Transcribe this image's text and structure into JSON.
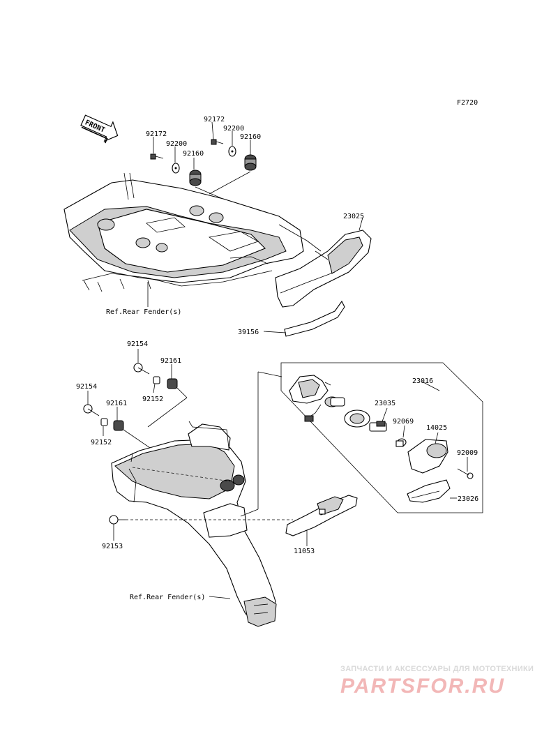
{
  "diagram": {
    "code": "F2720",
    "front_label": "FRONT",
    "ref_labels": [
      "Ref.Rear Fender(s)",
      "Ref.Rear Fender(s)"
    ],
    "parts": [
      "92172",
      "92200",
      "92160",
      "92172",
      "92200",
      "92160",
      "23025",
      "39156",
      "92154",
      "92161",
      "92152",
      "92154",
      "92161",
      "92152",
      "92153",
      "23016",
      "23035",
      "92069",
      "14025",
      "92009",
      "23026",
      "11053"
    ]
  },
  "watermark": {
    "tagline": "ЗАПЧАСТИ И АКСЕССУАРЫ ДЛЯ МОТОТЕХНИКИ",
    "site": "PARTSFOR.RU"
  }
}
